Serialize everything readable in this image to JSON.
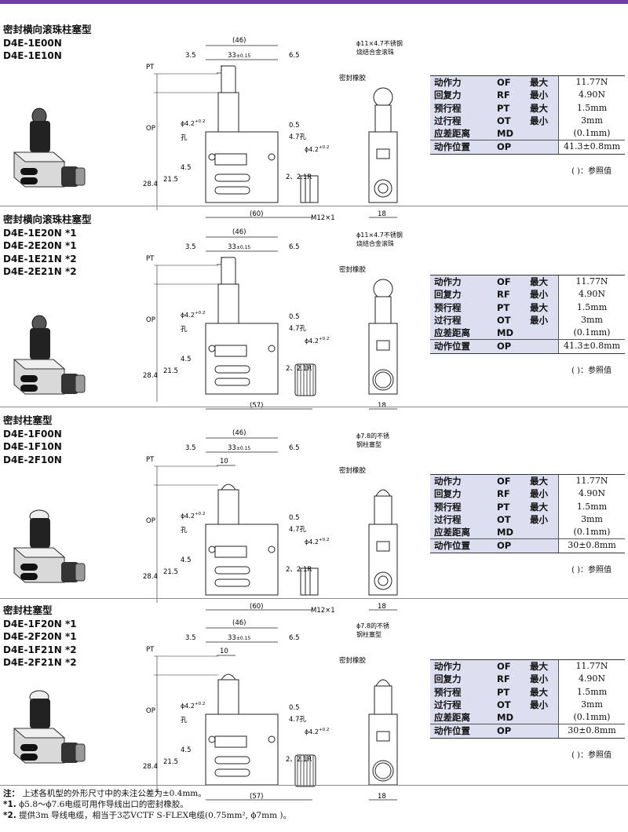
{
  "colors": {
    "top_bar": "#6a3fa0",
    "spec_bg": "#dcdff0"
  },
  "spec_labels": {
    "force_op": "动作力",
    "force_rf": "回复力",
    "pt": "预行程",
    "ot": "过行程",
    "md": "应差距离",
    "op": "动作位置",
    "code_of": "OF",
    "code_rf": "RF",
    "code_pt": "PT",
    "code_ot": "OT",
    "code_md": "MD",
    "code_op": "OP",
    "max": "最大",
    "min": "最小",
    "ref_note": "( )：参照值"
  },
  "drawing_labels": {
    "d46": "(46)",
    "d35": "3.5",
    "d33": "33",
    "d33tol": "±0.15",
    "d65": "6.5",
    "d10": "10",
    "pt": "PT",
    "op": "OP",
    "hole1": "ϕ4.2",
    "hole1tol": "+0.2",
    "hole1tol0": "0",
    "hole_cn": "孔",
    "d05": "0.5",
    "d47": "4.7孔",
    "hole2": "ϕ4.2",
    "d45": "4.5",
    "d215": "21.5",
    "d284": "28.4",
    "r21": "2、2.1R",
    "m12": "M12×1",
    "d18": "18",
    "roller_note_1": "ϕ11×4.7不锈钢",
    "roller_note_2": "烧结合金滚珠",
    "plunger_note_1": "ϕ7.8的不锈",
    "plunger_note_2": "钢柱塞型",
    "seal": "密封橡胶"
  },
  "sections": [
    {
      "title_cn": "密封横向滚珠柱塞型",
      "models": [
        {
          "m": "D4E-1E00N",
          "n": ""
        },
        {
          "m": "D4E-1E10N",
          "n": ""
        }
      ],
      "values": {
        "of": "11.77N",
        "rf": "4.90N",
        "pt": "1.5mm",
        "ot": "3mm",
        "md": "(0.1mm)",
        "op": "41.3±0.8mm"
      },
      "width_dim": "(60)"
    },
    {
      "title_cn": "密封横向滚珠柱塞型",
      "models": [
        {
          "m": "D4E-1E20N",
          "n": "*1"
        },
        {
          "m": "D4E-2E20N",
          "n": "*1"
        },
        {
          "m": "D4E-1E21N",
          "n": "*2"
        },
        {
          "m": "D4E-2E21N",
          "n": "*2"
        }
      ],
      "values": {
        "of": "11.77N",
        "rf": "4.90N",
        "pt": "1.5mm",
        "ot": "3mm",
        "md": "(0.1mm)",
        "op": "41.3±0.8mm"
      },
      "width_dim": "(57)"
    },
    {
      "title_cn": "密封柱塞型",
      "models": [
        {
          "m": "D4E-1F00N",
          "n": ""
        },
        {
          "m": "D4E-1F10N",
          "n": ""
        },
        {
          "m": "D4E-2F10N",
          "n": ""
        }
      ],
      "values": {
        "of": "11.77N",
        "rf": "4.90N",
        "pt": "1.5mm",
        "ot": "3mm",
        "md": "(0.1mm)",
        "op": "30±0.8mm"
      },
      "width_dim": "(60)"
    },
    {
      "title_cn": "密封柱塞型",
      "models": [
        {
          "m": "D4E-1F20N",
          "n": "*1"
        },
        {
          "m": "D4E-2F20N",
          "n": "*1"
        },
        {
          "m": "D4E-1F21N",
          "n": "*2"
        },
        {
          "m": "D4E-2F21N",
          "n": "*2"
        }
      ],
      "values": {
        "of": "11.77N",
        "rf": "4.90N",
        "pt": "1.5mm",
        "ot": "3mm",
        "md": "(0.1mm)",
        "op": "30±0.8mm"
      },
      "width_dim": "(57)"
    }
  ],
  "notes": {
    "n0_label": "注：",
    "n0": "上述各机型的外形尺寸中的未注公差为±0.4mm。",
    "n1_label": "*1.",
    "n1": "ϕ5.8～ϕ7.6电缆可用作导线出口的密封橡胶。",
    "n2_label": "*2.",
    "n2": "提供3m 导线电缆，相当于3芯VCTF S-FLEX电缆(0.75mm², ϕ7mm )。"
  }
}
